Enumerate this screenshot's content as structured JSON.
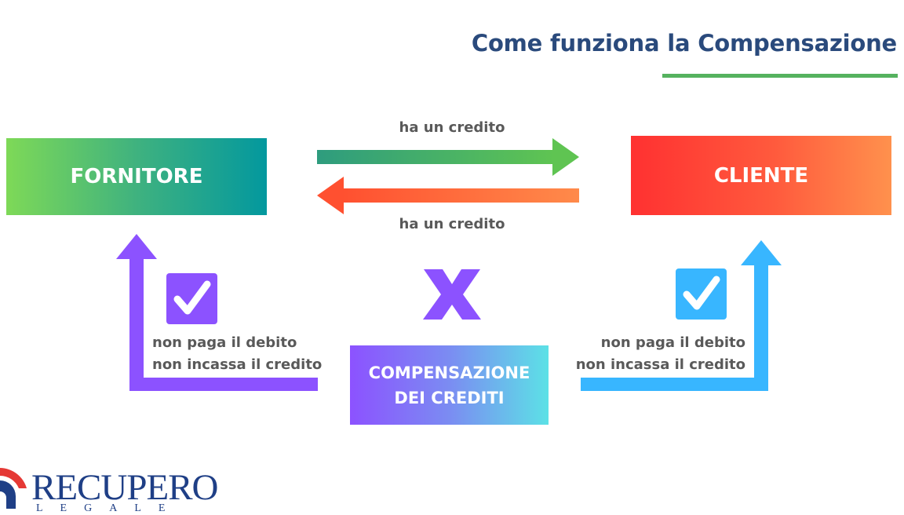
{
  "header": {
    "title": "Come funziona la Compensazione",
    "underline_color": "#55b25f"
  },
  "nodes": {
    "fornitore": "FORNITORE",
    "cliente": "CLIENTE",
    "compensazione_line1": "COMPENSAZIONE",
    "compensazione_line2": "DEI CREDITI"
  },
  "edges": {
    "fornitore_to_cliente": "ha un credito",
    "cliente_to_fornitore": "ha un credito"
  },
  "left_note": {
    "line1": "non paga il debito",
    "line2": "non incassa il credito"
  },
  "right_note": {
    "line1": "non paga il debito",
    "line2": "non incassa il credito"
  },
  "icons": {
    "left_check": "checkbox-check-icon",
    "right_check": "checkbox-check-icon",
    "center_symbol": "x-icon"
  },
  "logo": {
    "name": "RECUPERO",
    "subtitle": "LEGALE"
  },
  "colors": {
    "title": "#2a4a7c",
    "purple": "#8c52ff",
    "blue": "#38b6ff",
    "label_gray": "#595959",
    "logo_blue": "#1f3f86",
    "logo_red": "#e53935"
  }
}
